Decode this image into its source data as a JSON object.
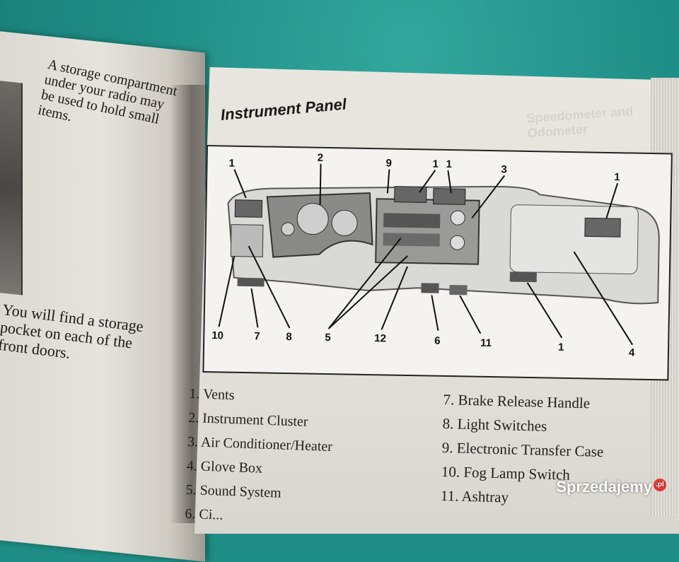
{
  "left_page": {
    "text_top": "A storage compartment under your radio may be used to hold small items.",
    "text_bottom": "You will find a storage pocket on each of the front doors."
  },
  "right_page": {
    "title": "Instrument Panel",
    "ghost_heading": "Speedometer and Odometer"
  },
  "diagram": {
    "callouts": [
      "1",
      "2",
      "9",
      "1",
      "1",
      "3",
      "1",
      "10",
      "7",
      "8",
      "5",
      "12",
      "6",
      "11",
      "1",
      "4"
    ]
  },
  "legend": {
    "left": [
      "1. Vents",
      "2. Instrument Cluster",
      "3. Air Conditioner/Heater",
      "4. Glove Box",
      "5. Sound System",
      "6. Ci..."
    ],
    "right": [
      "7. Brake Release Handle",
      "8. Light Switches",
      "9. Electronic Transfer Case",
      "10. Fog Lamp Switch",
      "11. Ashtray"
    ]
  },
  "watermark": {
    "text": "Sprzedajemy",
    "badge": ".pl"
  }
}
